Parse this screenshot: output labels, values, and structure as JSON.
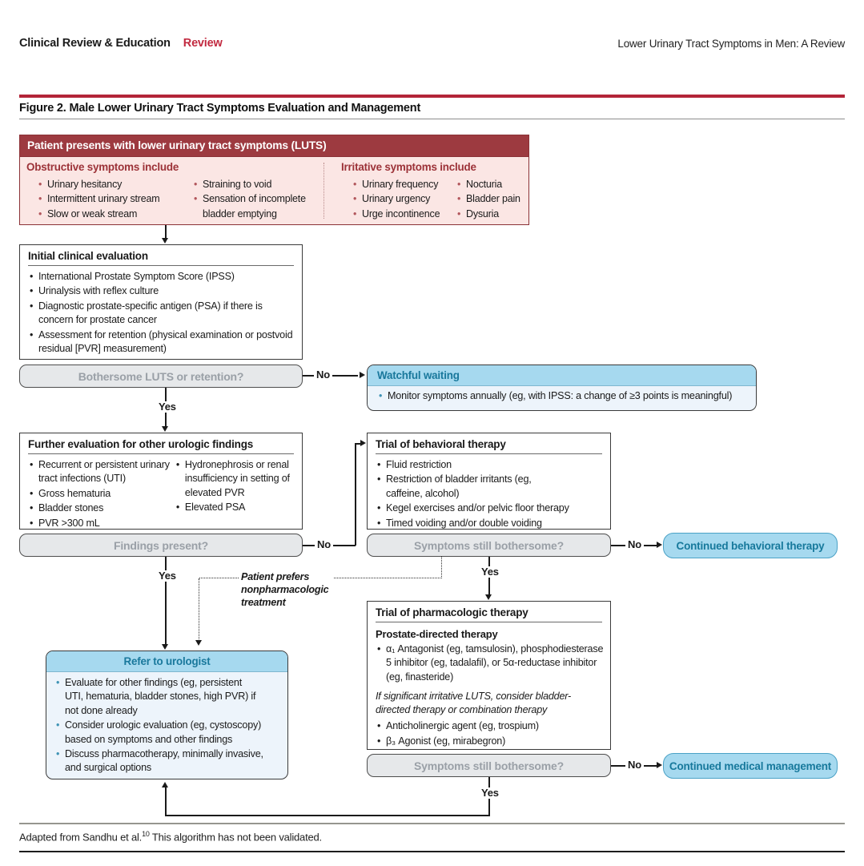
{
  "page": {
    "journal_section": "Clinical Review & Education",
    "article_type": "Review",
    "running_head": "Lower Urinary Tract Symptoms in Men: A Review",
    "figure_title": "Figure 2. Male Lower Urinary Tract Symptoms Evaluation and Management",
    "footnote_main": "Adapted from Sandhu et al.",
    "footnote_sup": "10",
    "footnote_tail": " This algorithm has not been validated."
  },
  "colors": {
    "header_red": "#9d3a40",
    "pink_bg": "#fbe6e4",
    "accent_red_rule": "#b32438",
    "review_red": "#c22a40",
    "blue_header": "#a6d9ef",
    "blue_body": "#edf4fb",
    "teal_text": "#19789c",
    "gray_fill": "#e6e8ea",
    "gray_text": "#9aa0a7"
  },
  "flow": {
    "labels": {
      "yes": "Yes",
      "no": "No"
    },
    "patient": {
      "title": "Patient presents with lower urinary tract symptoms (LUTS)"
    },
    "obstructive": {
      "heading": "Obstructive symptoms include",
      "col1": [
        "Urinary hesitancy",
        "Intermittent urinary stream",
        "Slow or weak stream"
      ],
      "col2": [
        "Straining to void",
        "Sensation of incomplete bladder emptying"
      ]
    },
    "irritative": {
      "heading": "Irritative symptoms include",
      "col1": [
        "Urinary frequency",
        "Urinary urgency",
        "Urge incontinence"
      ],
      "col2": [
        "Nocturia",
        "Bladder pain",
        "Dysuria"
      ]
    },
    "initial_eval": {
      "title": "Initial clinical evaluation",
      "items": [
        "International Prostate Symptom Score (IPSS)",
        "Urinalysis with reflex culture",
        "Diagnostic prostate-specific antigen (PSA) if there is concern for prostate cancer",
        "Assessment for retention (physical examination or postvoid residual [PVR] measurement)"
      ]
    },
    "decision_bothersome": "Bothersome LUTS or retention?",
    "watchful": {
      "title": "Watchful waiting",
      "item": "Monitor symptoms annually (eg, with IPSS: a change of ≥3 points is meaningful)"
    },
    "further_eval": {
      "title": "Further evaluation for other urologic findings",
      "col1": [
        "Recurrent or persistent urinary tract infections (UTI)",
        "Gross hematuria",
        "Bladder stones",
        "PVR >300 mL"
      ],
      "col2": [
        "Hydronephrosis or renal insufficiency in setting of elevated PVR",
        "Elevated PSA"
      ]
    },
    "decision_findings": "Findings present?",
    "behavioral": {
      "title": "Trial of behavioral therapy",
      "items": [
        "Fluid restriction",
        "Restriction of bladder irritants (eg, caffeine, alcohol)",
        "Kegel exercises and/or pelvic floor therapy",
        "Timed voiding and/or double voiding"
      ]
    },
    "decision_behavioral": "Symptoms still bothersome?",
    "continued_behavioral": "Continued behavioral therapy",
    "prefers_note": "Patient prefers nonpharmacologic treatment",
    "pharm": {
      "title": "Trial of pharmacologic therapy",
      "subhead": "Prostate-directed therapy",
      "bullet1": "α₁ Antagonist (eg, tamsulosin), phosphodiesterase 5 inhibitor (eg, tadalafil), or 5α-reductase inhibitor (eg, finasteride)",
      "note": "If significant irritative LUTS, consider bladder-directed therapy or combination therapy",
      "bullets2": [
        "Anticholinergic agent (eg, trospium)",
        "β₃ Agonist (eg, mirabegron)"
      ]
    },
    "decision_pharm": "Symptoms still bothersome?",
    "continued_medical": "Continued medical management",
    "refer": {
      "title": "Refer to urologist",
      "items": [
        "Evaluate for other findings (eg, persistent UTI, hematuria, bladder stones, high PVR) if not done already",
        "Consider urologic evaluation (eg, cystoscopy) based on symptoms and other findings",
        "Discuss pharmacotherapy, minimally invasive, and surgical options"
      ]
    }
  }
}
